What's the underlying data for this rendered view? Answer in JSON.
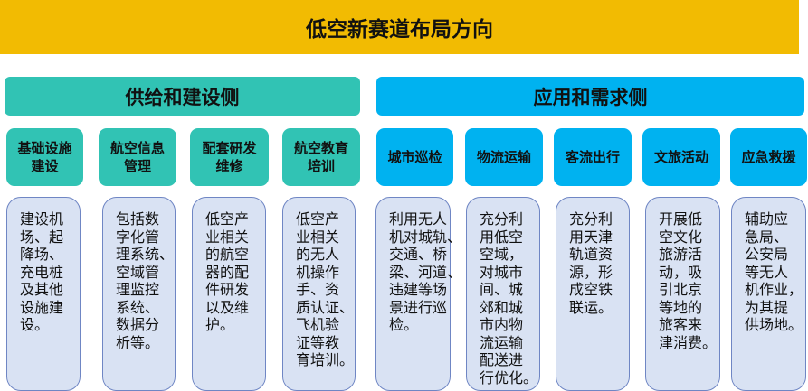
{
  "title": "低空新赛道布局方向",
  "colors": {
    "title_bg": "#F2BB02",
    "supply": "#31C3B4",
    "demand": "#00B2F0",
    "card_bg": "#D9E2F3",
    "card_border": "#6F86C4"
  },
  "supply": {
    "header": "供给和建设侧",
    "columns": [
      {
        "label": "基础设施建设",
        "lines": [
          "建设机",
          "场、起",
          "降场、",
          "充电桩",
          "及其他",
          "设施建",
          "设。"
        ]
      },
      {
        "label": "航空信息管理",
        "lines": [
          "包括数",
          "字化管",
          "理系统、",
          "空域管",
          "理监控",
          "系统、",
          "数据分",
          "析等。"
        ]
      },
      {
        "label": "配套研发维修",
        "lines": [
          "低空产",
          "业相关",
          "的航空",
          "器的配",
          "件研发",
          "以及维",
          "护。"
        ]
      },
      {
        "label": "航空教育培训",
        "lines": [
          "低空产",
          "业相关",
          "的无人",
          "机操作",
          "手、资",
          "质认证、",
          "飞机验",
          "证等教",
          "育培训。"
        ]
      }
    ]
  },
  "demand": {
    "header": "应用和需求侧",
    "columns": [
      {
        "label": "城市巡检",
        "lines": [
          "利用无人",
          "机对城轨、",
          "交通、桥",
          "梁、河道、",
          "违建等场",
          "景进行巡",
          "检。"
        ]
      },
      {
        "label": "物流运输",
        "lines": [
          "充分利",
          "用低空",
          "空域，",
          "对城市",
          "间、城",
          "郊和城",
          "市内物",
          "流运输",
          "配送进",
          "行优化。"
        ]
      },
      {
        "label": "客流出行",
        "lines": [
          "充分利",
          "用天津",
          "轨道资",
          "源，形",
          "成空铁",
          "联运。"
        ]
      },
      {
        "label": "文旅活动",
        "lines": [
          "开展低",
          "空文化",
          "旅游活",
          "动，吸",
          "引北京",
          "等地的",
          "旅客来",
          "津消费。"
        ]
      },
      {
        "label": "应急救援",
        "lines": [
          "辅助应",
          "急局、",
          "公安局",
          "等无人",
          "机作业，",
          "为其提",
          "供场地。"
        ]
      }
    ]
  }
}
